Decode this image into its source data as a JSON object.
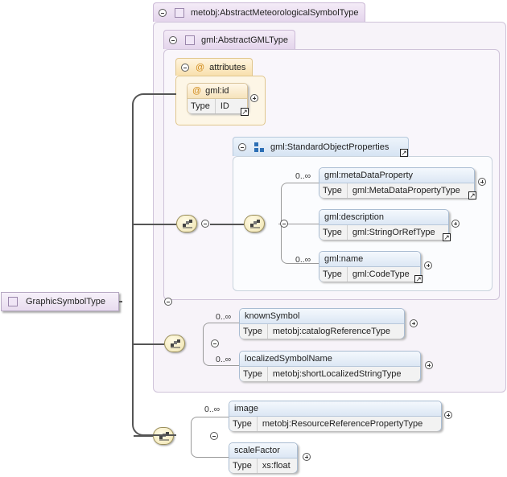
{
  "root": {
    "name": "GraphicSymbolType"
  },
  "base_type": {
    "name": "metobj:AbstractMeteorologicalSymbolType"
  },
  "gml_base": {
    "name": "gml:AbstractGMLType"
  },
  "attributes": {
    "label": "attributes",
    "id_attr": {
      "name": "gml:id",
      "type_key": "Type",
      "type_value": "ID"
    }
  },
  "std_props": {
    "name": "gml:StandardObjectProperties",
    "elements": [
      {
        "name": "gml:metaDataProperty",
        "type_key": "Type",
        "type_value": "gml:MetaDataPropertyType",
        "cardinality": "0..∞"
      },
      {
        "name": "gml:description",
        "type_key": "Type",
        "type_value": "gml:StringOrRefType",
        "cardinality": ""
      },
      {
        "name": "gml:name",
        "type_key": "Type",
        "type_value": "gml:CodeType",
        "cardinality": "0..∞"
      }
    ]
  },
  "inherited_elements": [
    {
      "name": "knownSymbol",
      "type_key": "Type",
      "type_value": "metobj:catalogReferenceType",
      "cardinality": "0..∞"
    },
    {
      "name": "localizedSymbolName",
      "type_key": "Type",
      "type_value": "metobj:shortLocalizedStringType",
      "cardinality": "0..∞"
    }
  ],
  "own_elements": [
    {
      "name": "image",
      "type_key": "Type",
      "type_value": "metobj:ResourceReferencePropertyType",
      "cardinality": "0..∞"
    },
    {
      "name": "scaleFactor",
      "type_key": "Type",
      "type_value": "xs:float",
      "cardinality": ""
    }
  ],
  "icons": {
    "attribute_marker": "@",
    "link_marker": "↗"
  }
}
